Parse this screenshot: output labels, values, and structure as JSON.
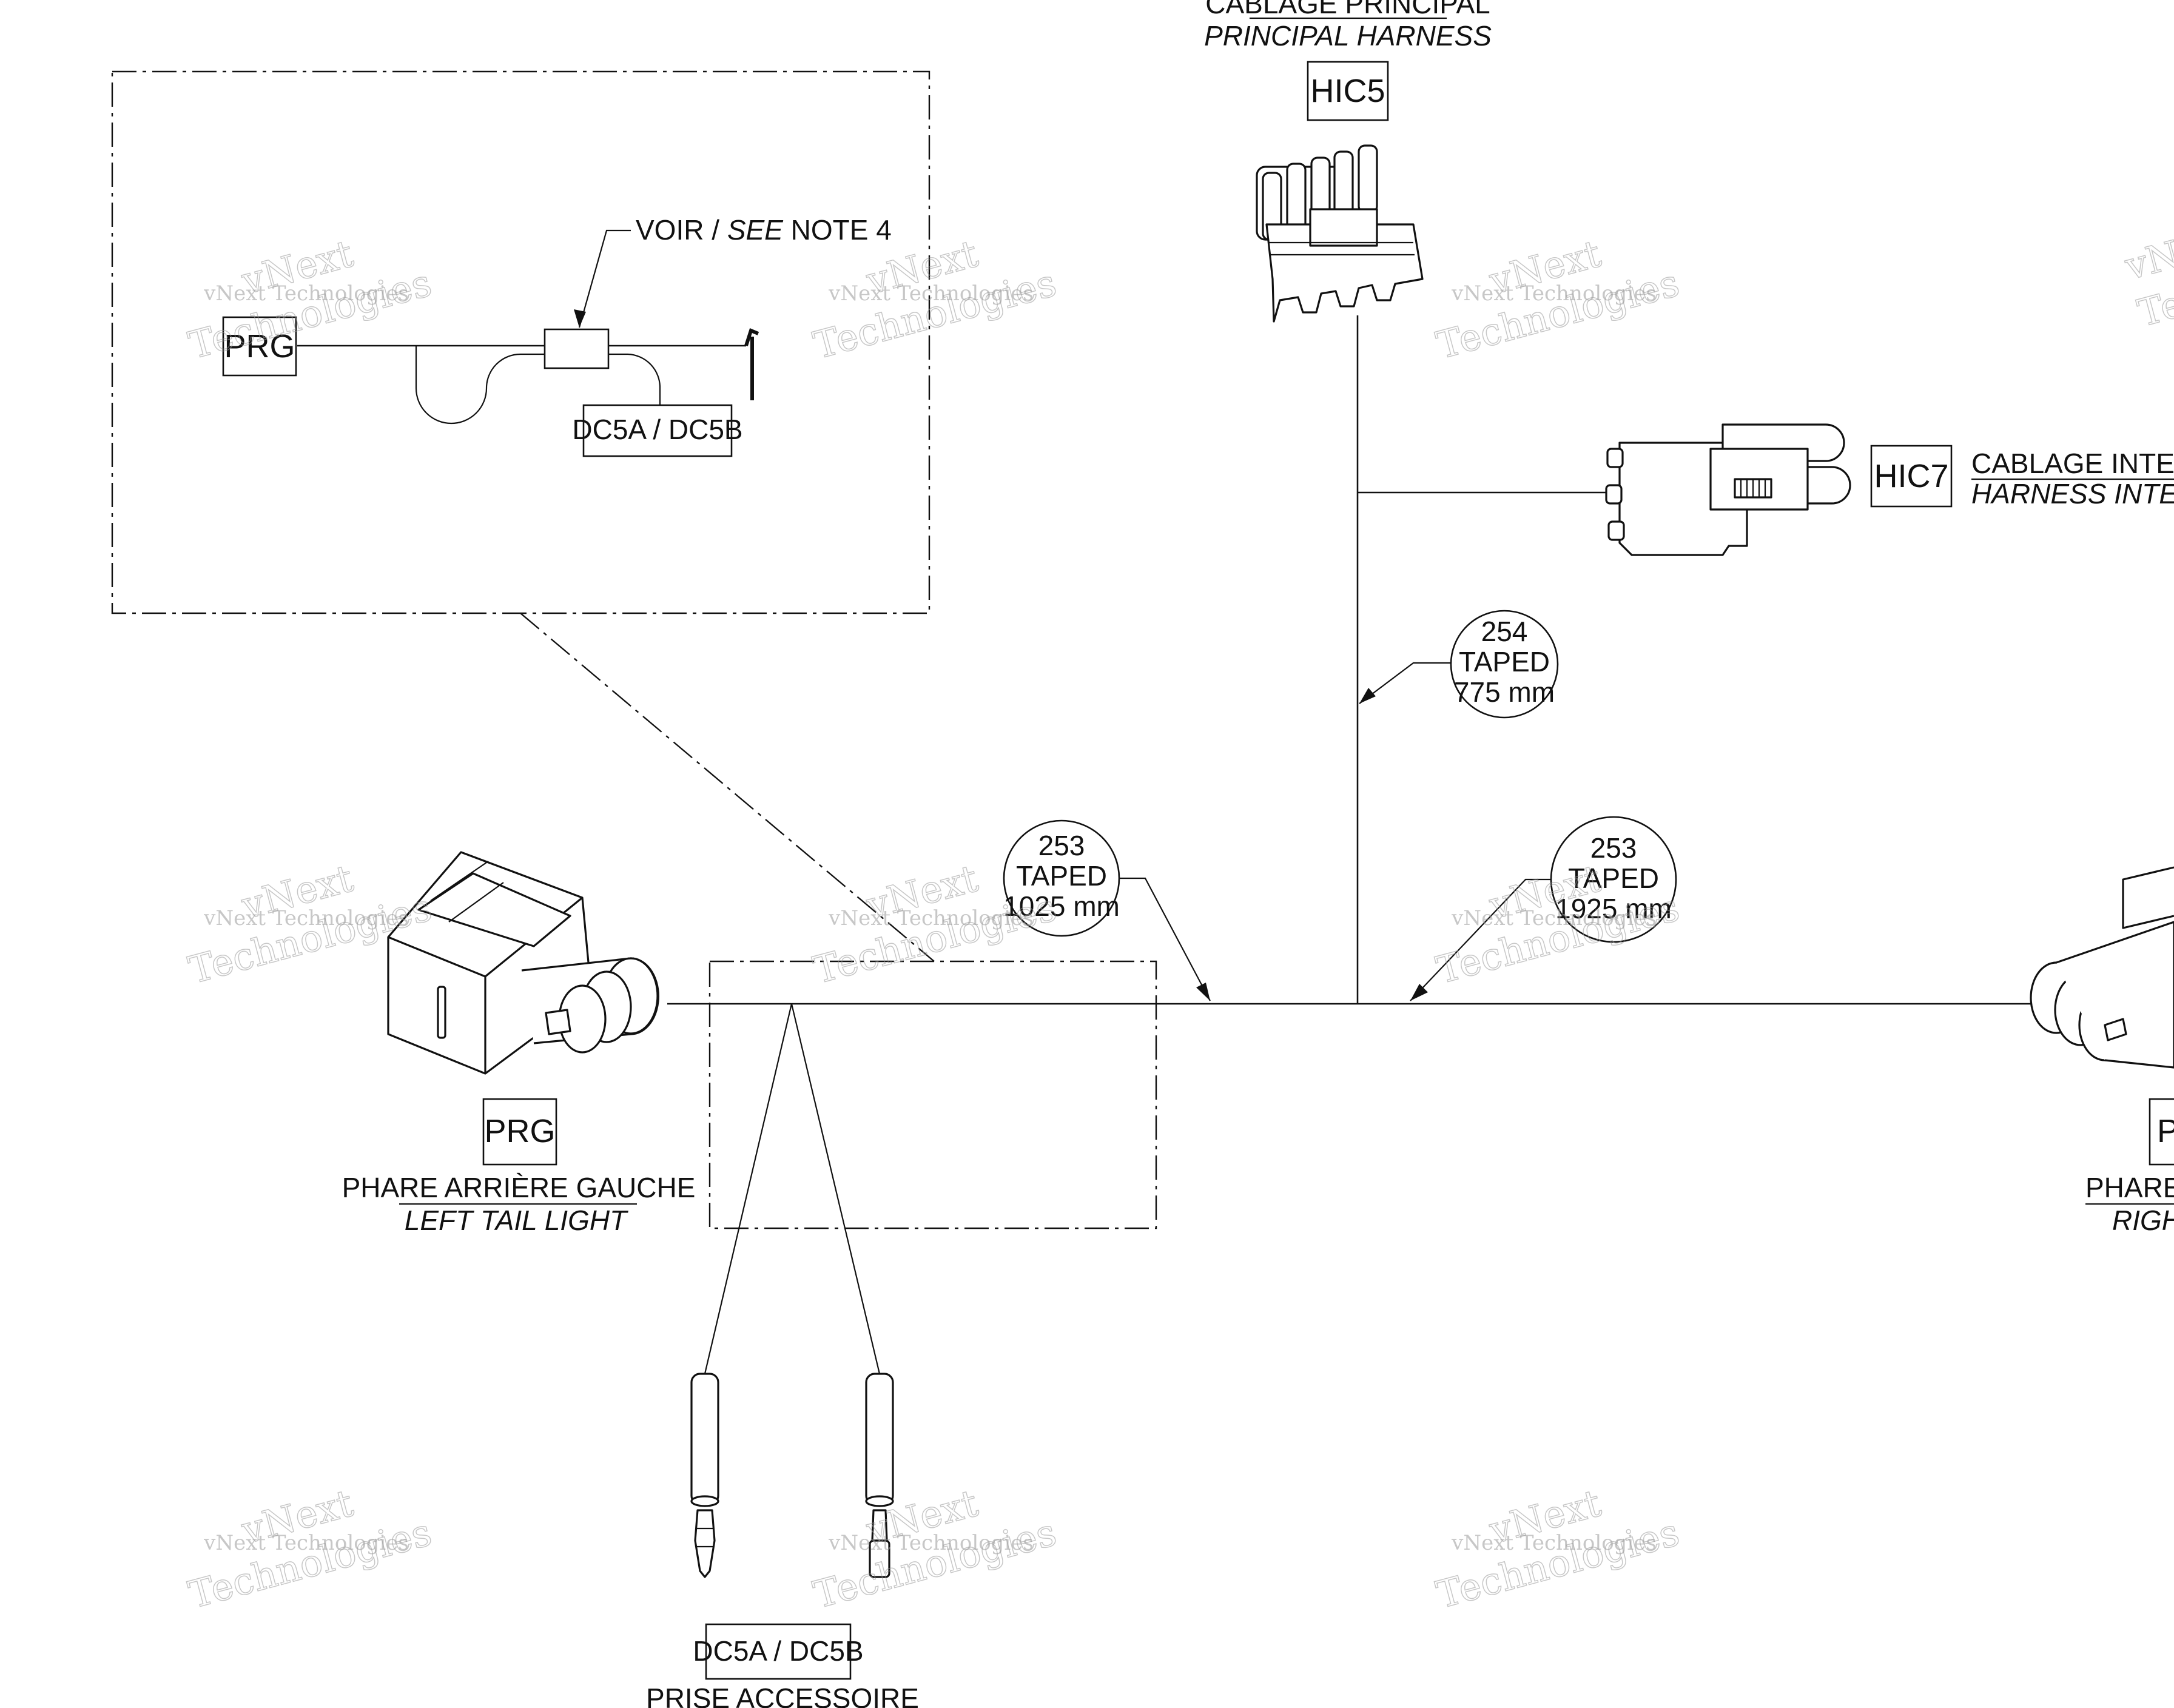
{
  "connectors": {
    "hic5": {
      "label": "HIC5",
      "title_fr": "CABLAGE PRINCIPAL",
      "title_en": "PRINCIPAL HARNESS"
    },
    "hic7": {
      "label": "HIC7",
      "title_fr": "CABLAGE INTER-CONN",
      "title_en": "HARNESS INTER-CONN"
    },
    "prg_left": {
      "label": "PRG",
      "title_fr": "PHARE ARRIÈRE GAUCHE",
      "title_en": "LEFT TAIL LIGHT"
    },
    "prd_right": {
      "label": "P",
      "title_fr": "PHARE AR",
      "title_en": "RIGHT"
    },
    "dc5": {
      "label": "DC5A / DC5B",
      "title_fr": "PRISE ACCESSOIRE"
    }
  },
  "detail": {
    "note_prefix": "VOIR / ",
    "note_italic": "SEE",
    "note_suffix": " NOTE 4",
    "prg_label": "PRG",
    "dc5_label": "DC5A / DC5B"
  },
  "segments": [
    {
      "id": "254",
      "line1": "254",
      "line2": "TAPED",
      "line3": "775 mm"
    },
    {
      "id": "253a",
      "line1": "253",
      "line2": "TAPED",
      "line3": "1025 mm"
    },
    {
      "id": "253b",
      "line1": "253",
      "line2": "TAPED",
      "line3": "1925 mm"
    }
  ],
  "watermark": {
    "line1": "vNext",
    "line2": "vNext Technologies",
    "line3": "Technologies"
  }
}
